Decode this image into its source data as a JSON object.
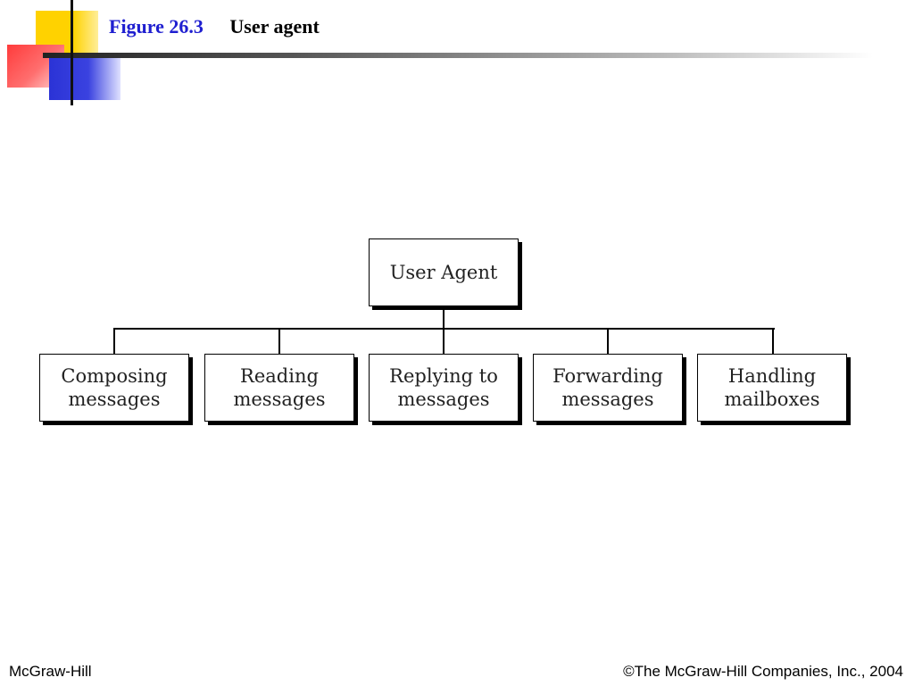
{
  "header": {
    "figure_number": "Figure 26.3",
    "caption": "User agent"
  },
  "diagram": {
    "root": "User Agent",
    "children": [
      "Composing\nmessages",
      "Reading\nmessages",
      "Replying to\nmessages",
      "Forwarding\nmessages",
      "Handling\nmailboxes"
    ]
  },
  "footer": {
    "left": "McGraw-Hill",
    "right": "©The McGraw-Hill Companies, Inc., 2004"
  },
  "colors": {
    "accent_yellow": "#ffd200",
    "accent_red": "#ff3b3b",
    "accent_blue": "#2b33d6",
    "title_blue": "#1f1fd0"
  }
}
